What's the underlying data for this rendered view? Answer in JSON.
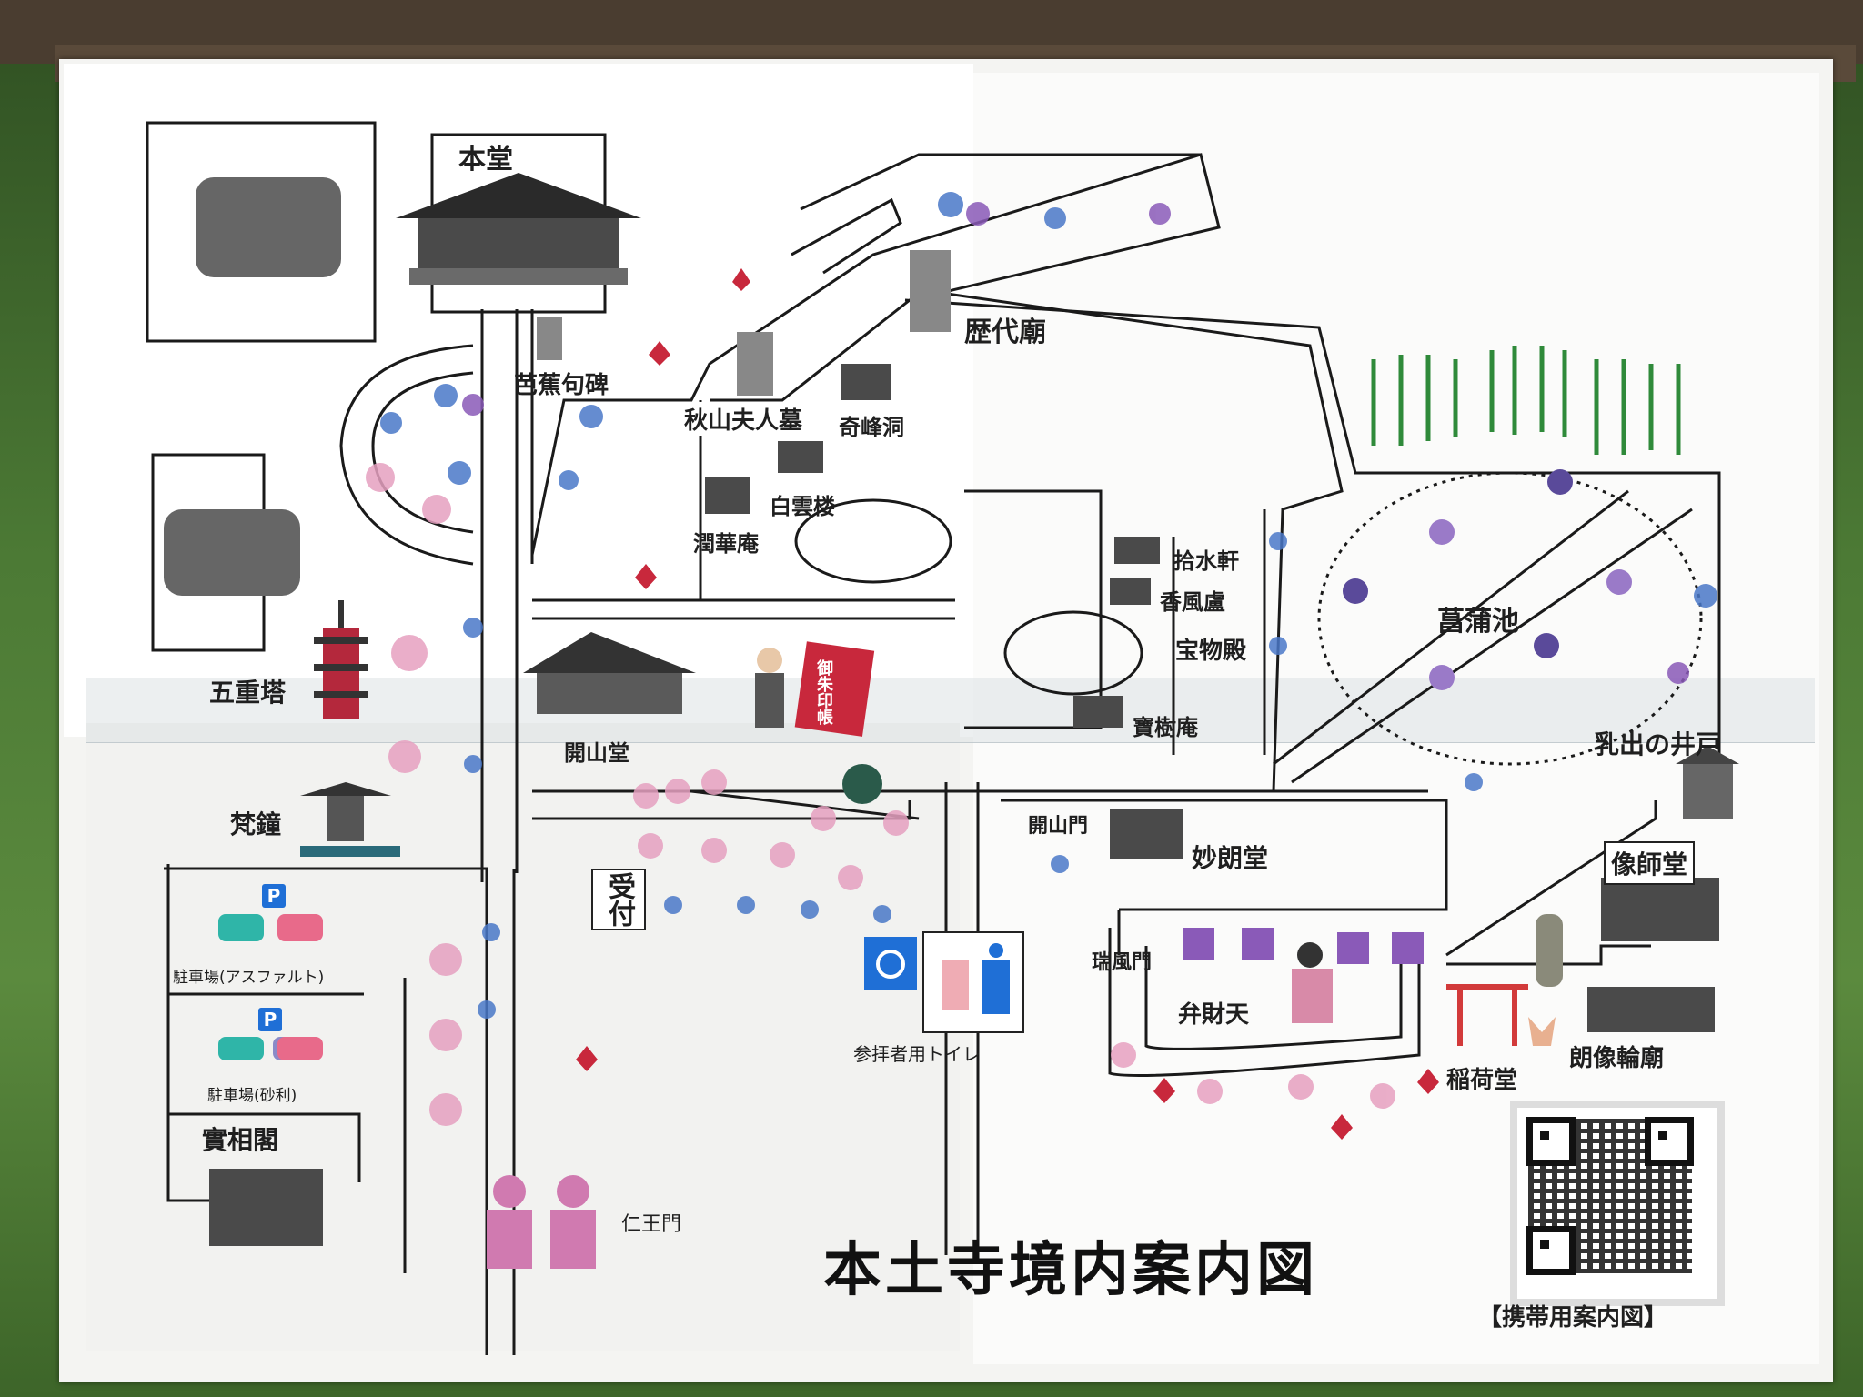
{
  "map": {
    "title": "本土寺境内案内図",
    "qr_caption": "【携帯用案内図】",
    "labels": {
      "hondo": "本堂",
      "basho_kuhi": "芭蕉句碑",
      "akiyama_fujin_bo": "秋山夫人墓",
      "rekidai_byo": "歴代廟",
      "kihodo": "奇峰洞",
      "hakuunro": "白雲楼",
      "junkean": "潤華庵",
      "shusuiken": "拾水軒",
      "kofuro": "香風盧",
      "homotsuden": "宝物殿",
      "hojuan": "寶樹庵",
      "shobuike": "菖蒲池",
      "chichide_no_ido": "乳出の井戸",
      "gojunoto": "五重塔",
      "kaisando": "開山堂",
      "bonsho": "梵鐘",
      "uketsuke": "受付",
      "kaisanmon": "開山門",
      "myorodo": "妙朗堂",
      "zuifumon": "瑞風門",
      "benzaiten": "弁財天",
      "zoshido": "像師堂",
      "chozorinbyo": "朗像輪廟",
      "inarido": "稲荷堂",
      "parking_asphalt": "駐車場(アスファルト)",
      "parking_gravel": "駐車場(砂利)",
      "hosokaku": "實相閣",
      "niomon": "仁王門",
      "toilet": "参拝者用トイレ",
      "goshuin": "御朱印帳",
      "parking_sign": "P"
    },
    "icons": [
      "hondo-temple-icon",
      "pagoda-icon",
      "bell-tower-icon",
      "hydrangea-icon",
      "plum-blossom-icon",
      "maple-leaf-icon",
      "iris-icon",
      "bamboo-icon",
      "wisteria-icon",
      "torii-icon",
      "fox-icon",
      "nio-guardian-icon",
      "car-icon",
      "wheelchair-icon",
      "toilet-icon",
      "qr-code-icon",
      "monk-icon",
      "well-icon"
    ],
    "colors": {
      "path": "#1a1a1a",
      "hydrangea_blue": "#4a78c8",
      "hydrangea_purple": "#8a5ab8",
      "blossom_pink": "#e6a0c0",
      "maple_red": "#c8283c",
      "iris": "#5a4a9a",
      "bamboo": "#2f8a3a",
      "torii": "#d23a3a",
      "parking": "#1f6fd6",
      "toilet_men": "#1f6fd6",
      "toilet_women": "#e05a6a"
    }
  }
}
